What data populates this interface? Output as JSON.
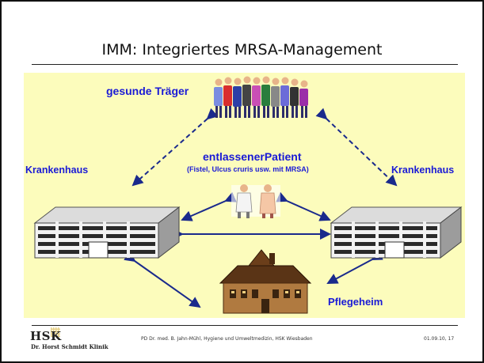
{
  "slide": {
    "title": "IMM: Integriertes MRSA-Management"
  },
  "diagram": {
    "carriers_label": "gesunde Träger",
    "hospital_left_label": "Krankenhaus",
    "hospital_right_label": "Krankenhaus",
    "patient_label_line1": "entlassenerPatient",
    "patient_label_line2": "(Fistel, Ulcus cruris usw. mit MRSA)",
    "nursing_home_label": "Pflegeheim",
    "colors": {
      "panel_background": "#fcfcbc",
      "label_blue": "#1a1ad6",
      "arrow_blue": "#1a2a8c"
    }
  },
  "footer": {
    "logo_text": "HSK",
    "logo_subtext": "Dr. Horst Schmidt Klinik",
    "author_line": "PD Dr. med. B. Jahn-Mühl, Hygiene und Umweltmedizin, HSK Wiesbaden",
    "date": "01.09.10, 17"
  }
}
